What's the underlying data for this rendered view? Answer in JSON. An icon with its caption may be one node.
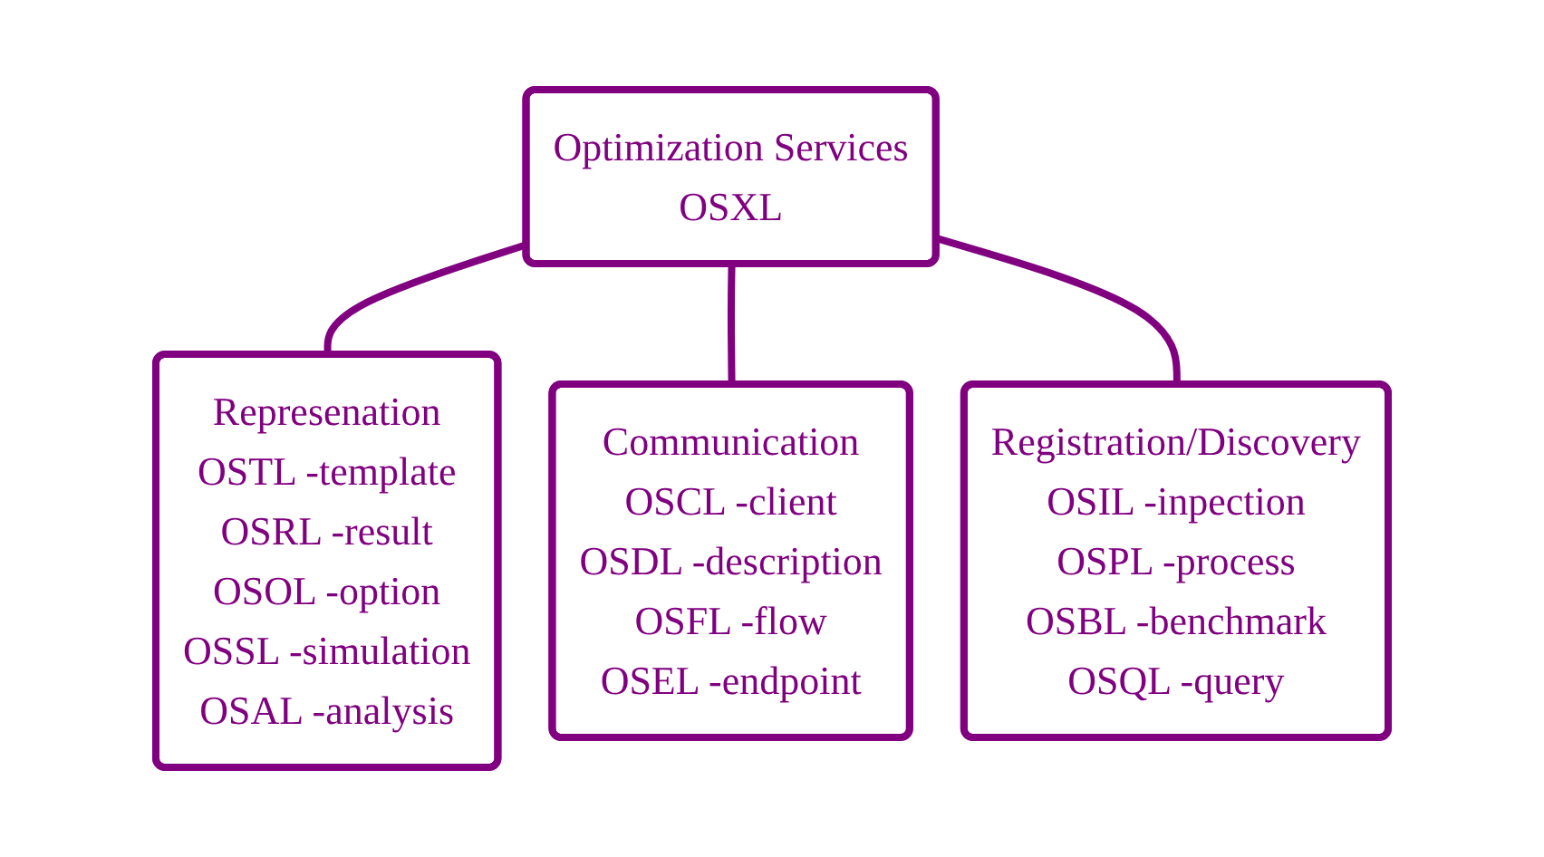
{
  "diagram": {
    "nodes": [
      {
        "text": [
          "Optimization Services",
          "OSXL"
        ]
      },
      {
        "text": [
          "Represenation",
          "OSTL -template",
          "OSRL -result",
          "OSOL -option",
          "OSSL -simulation",
          "OSAL -analysis"
        ]
      },
      {
        "text": [
          "Communication",
          "OSCL -client",
          "OSDL -description",
          "OSFL -flow",
          "OSEL -endpoint"
        ]
      },
      {
        "text": [
          "Registration/Discovery",
          "OSIL -inpection",
          "OSPL -process",
          "OSBL -benchmark",
          "OSQL -query"
        ]
      }
    ],
    "edges": [
      {
        "from": 0,
        "to": 1,
        "arrow": "none"
      },
      {
        "from": 0,
        "to": 2,
        "arrow": "none"
      },
      {
        "from": 0,
        "to": 3,
        "arrow": "none"
      }
    ]
  }
}
